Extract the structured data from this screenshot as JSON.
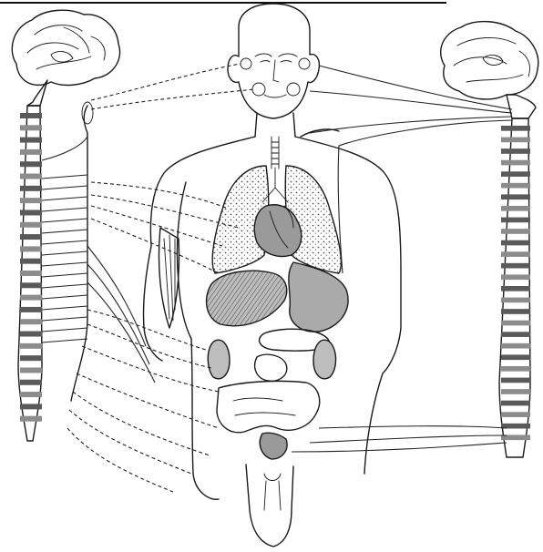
{
  "figure": {
    "kind": "line-illustration",
    "subject": "autonomic-nervous-system",
    "colors": {
      "ink": "#1a1a1a",
      "background": "#ffffff",
      "organ_shade": "#9a9a9a",
      "lung_shade": "#cfcfcf"
    },
    "left_vertebrae_count": 26,
    "right_vertebrae_count": 28
  }
}
